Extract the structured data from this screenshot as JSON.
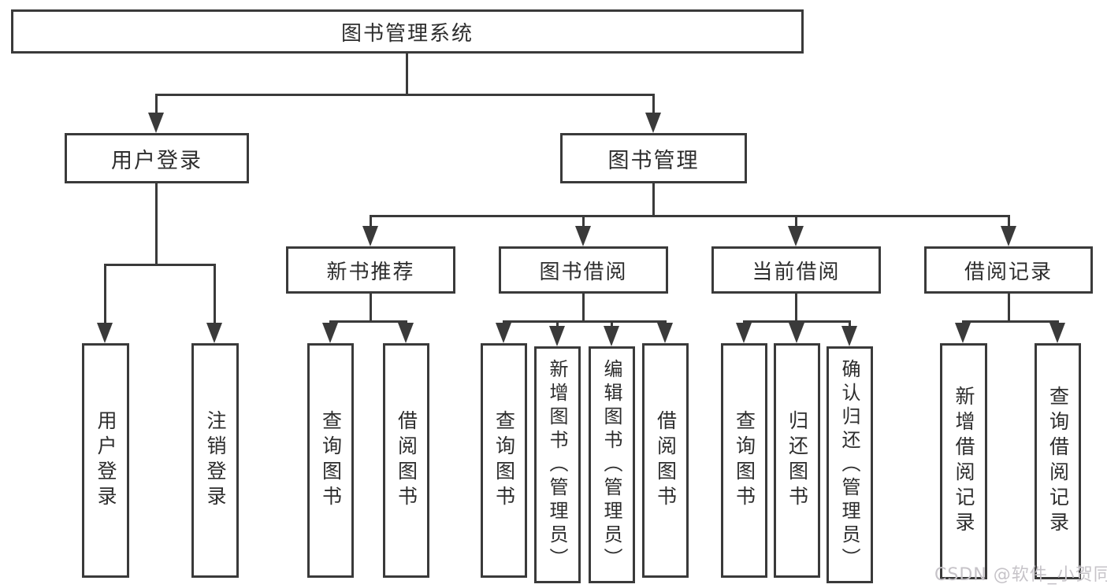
{
  "nodes": {
    "root": "图书管理系统",
    "user_login": "用户登录",
    "book_mgmt": "图书管理",
    "new_book_rec": "新书推荐",
    "book_borrow": "图书借阅",
    "current_borrow": "当前借阅",
    "borrow_record": "借阅记录",
    "leaf_user_login": "用户登录",
    "leaf_logout": "注销登录",
    "leaf_query_book_1": "查询图书",
    "leaf_borrow_book_1": "借阅图书",
    "leaf_query_book_2": "查询图书",
    "leaf_add_book": "新增图书（管理员）",
    "leaf_edit_book": "编辑图书（管理员）",
    "leaf_borrow_book_2": "借阅图书",
    "leaf_query_book_3": "查询图书",
    "leaf_return_book": "归还图书",
    "leaf_confirm_return": "确认归还（管理员）",
    "leaf_add_record": "新增借阅记录",
    "leaf_query_record": "查询借阅记录"
  },
  "watermark": "CSDN @软件_小贺同学",
  "colors": {
    "line": "#3a3a3a",
    "text": "#2d2d2d",
    "watermark": "#c6c3c8",
    "background": "#ffffff"
  }
}
